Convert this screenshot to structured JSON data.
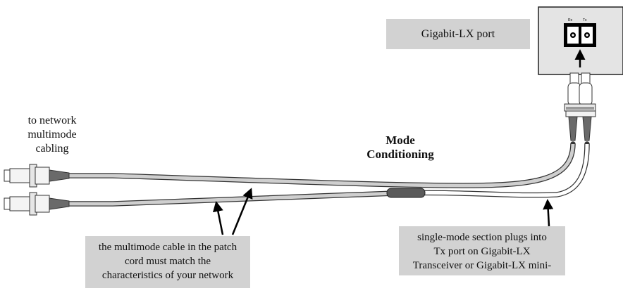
{
  "labels": {
    "network_cabling": [
      "to network",
      "multimode",
      "cabling"
    ],
    "mode_conditioning": [
      "Mode",
      "Conditioning"
    ],
    "port_label": "Gigabit-LX port",
    "multimode_note": [
      "the multimode cable in the patch",
      "cord must match the",
      "characteristics of your network"
    ],
    "singlemode_note": [
      "single-mode section plugs into",
      "Tx port on Gigabit-LX",
      "Transceiver or Gigabit-LX mini-"
    ]
  },
  "device": {
    "port_marks": [
      "Rx",
      "Tx"
    ]
  },
  "colors": {
    "callout_fill": "#d2d2d2",
    "panel_fill": "#e4e4e4",
    "cable_gray": "#cfcfcf",
    "connector_dark": "#555555"
  }
}
